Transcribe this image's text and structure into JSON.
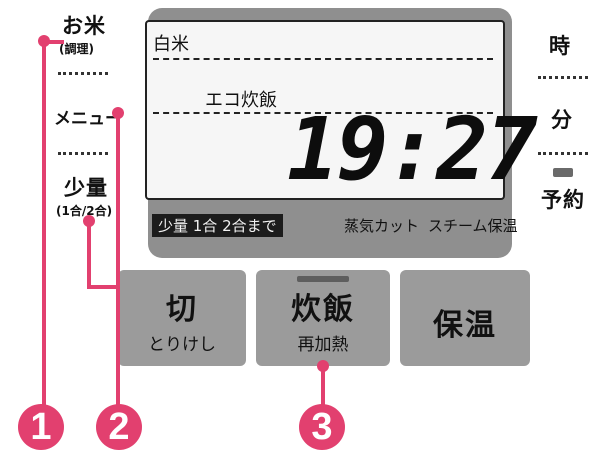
{
  "left_labels": {
    "rice": "お米",
    "rice_sub": "(調理)",
    "menu": "メニュー",
    "small_amount": "少量",
    "small_amount_sub": "(1合/2合)"
  },
  "right_labels": {
    "hour": "時",
    "minute": "分",
    "timer": "予約"
  },
  "display": {
    "mode": "白米",
    "course": "エコ炊飯",
    "time": "19:27",
    "indicators": [
      "少量 1合 2合まで",
      "蒸気カット",
      "スチーム保温"
    ]
  },
  "buttons": [
    {
      "main": "切",
      "sub": "とりけし"
    },
    {
      "main": "炊飯",
      "sub": "再加熱"
    },
    {
      "main": "保温",
      "sub": ""
    }
  ],
  "callouts": [
    "1",
    "2",
    "3"
  ],
  "colors": {
    "accent": "#e2406f",
    "panel": "#8f8f8f",
    "button": "#9b9b9b",
    "lcd_bg": "#f6f6f6"
  }
}
